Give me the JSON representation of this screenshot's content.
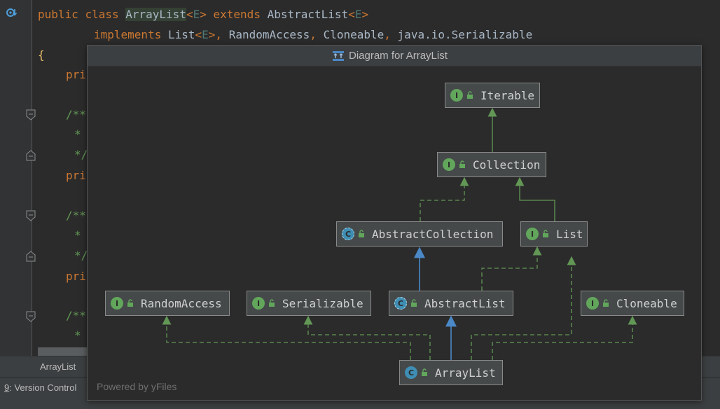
{
  "editor": {
    "line1": {
      "kw1": "public",
      "kw2": "class",
      "cls": "ArrayList",
      "gen": "E",
      "kw3": "extends",
      "parent": "AbstractList",
      "gen2": "E"
    },
    "line2": {
      "kw": "implements",
      "t1": "List",
      "gen": "E",
      "t2": "RandomAccess",
      "t3": "Cloneable",
      "t4": "java.io.Serializable"
    },
    "brace": "{",
    "pri": "pri",
    "comment_open": "/**",
    "comment_star": "*",
    "comment_close": "*/"
  },
  "tab": {
    "label": "ArrayList"
  },
  "status": {
    "version_control_num": "9",
    "version_control": ": Version Control"
  },
  "popup": {
    "title": "Diagram for ArrayList",
    "powered_by": "Powered by yFiles"
  },
  "diagram": {
    "icon_interface": "I",
    "icon_class": "C",
    "nodes": {
      "iterable": "Iterable",
      "collection": "Collection",
      "abstract_collection": "AbstractCollection",
      "list": "List",
      "random_access": "RandomAccess",
      "serializable": "Serializable",
      "abstract_list": "AbstractList",
      "cloneable": "Cloneable",
      "array_list": "ArrayList"
    },
    "colors": {
      "implements_edge": "#629755",
      "extends_edge": "#4a88c7",
      "interface_icon": "#62a65c",
      "class_icon": "#3f8eb3"
    }
  }
}
